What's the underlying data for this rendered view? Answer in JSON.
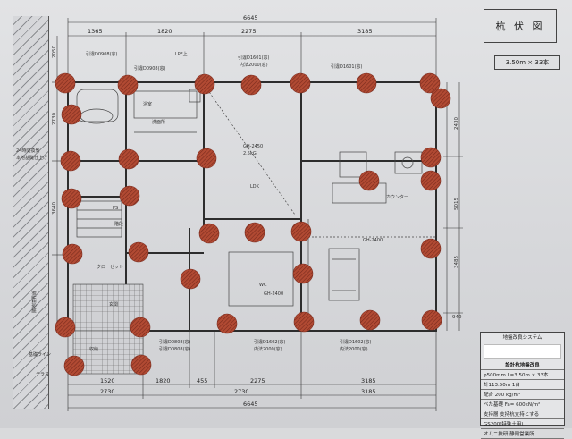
{
  "stamp": {
    "title": "杭 伏 図",
    "spec": "3.50m × 33本"
  },
  "legend": {
    "header": "地盤改良システム",
    "subtitle": "設計杭地盤改良",
    "spec": "φ500mm L=3.50m × 33本",
    "rows": [
      "計113.50m  1台",
      "配合  200  kg/m³",
      "ベた基礎  Fa= 600kN/m²",
      "支持層  支持杭支持とする",
      "GS200(特殊土用)",
      "オムニ技研 静岡営業所"
    ]
  },
  "dims": {
    "top_total": "6645",
    "top": [
      "1365",
      "1820",
      "2275",
      "3185"
    ],
    "bottom": [
      "1520",
      "1820",
      "455",
      "2275",
      "3185"
    ],
    "bottom_mid": [
      "2730",
      "2730",
      "3185"
    ],
    "bottom_total": "6645",
    "left": [
      "2050",
      "2730",
      "3640"
    ],
    "right": [
      "2430",
      "5015",
      "3485",
      "940"
    ]
  },
  "rooms": {
    "bath": "浴室",
    "ldk": "LDK",
    "kitchen": "カウンター",
    "entrance": "玄関",
    "wc": "WC",
    "stair": "階段",
    "ps": "PS",
    "closet": "クローゼット",
    "balcony": "テラス",
    "storage": "収納",
    "sink": "洗面所"
  },
  "notes": {
    "left_1": "24時間換気",
    "left_2": "本地基礎仕上げ",
    "left_3": "隣地境界線",
    "left_4": "基礎ライン",
    "left_5": "テラス",
    "top_1": "引違D0908(窓)",
    "top_2": "引違D0908(窓)",
    "top_3": "LPF上",
    "top_4": "引違D1601(窓)",
    "top_5": "内法2000(窓)",
    "top_6": "引違D1601(窓)",
    "mid_1": "GH-2450",
    "mid_2": "2.5kG",
    "mid_3": "GH-2400",
    "mid_4": "GH-2400",
    "bot_1": "引違D0808(窓)",
    "bot_2": "引違D0808(窓)",
    "bot_3": "引違D1602(窓)",
    "bot_4": "内法2000(窓)",
    "bot_5": "引違D1602(窓)",
    "bot_6": "内法2000(窓)"
  },
  "colors": {
    "pile": "#a8422e",
    "pile_hatch": "#7a2a1c",
    "line": "#333333"
  }
}
